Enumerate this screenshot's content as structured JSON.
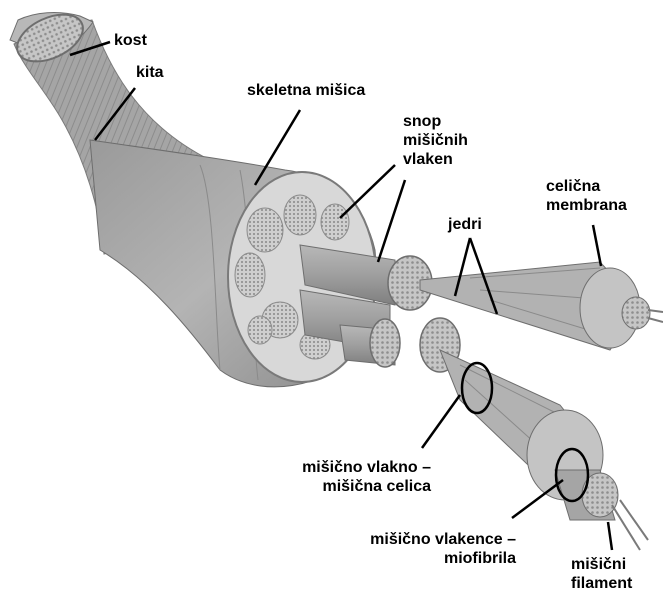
{
  "labels": {
    "kost": "kost",
    "kita": "kita",
    "skeletna_misica": "skeletna mišica",
    "snop": [
      "snop",
      "mišičnih",
      "vlaken"
    ],
    "jedri": "jedri",
    "celicna_membrana": [
      "celična",
      "membrana"
    ],
    "misicno_vlakno": [
      "mišično vlakno –",
      "mišična celica"
    ],
    "misicno_vlakence": [
      "mišično vlakence –",
      "miofibrila"
    ],
    "misicni_filament": [
      "mišični",
      "filament"
    ]
  },
  "colors": {
    "tissue": "#a9a9a9",
    "tissue_dark": "#7d7d7d",
    "tissue_light": "#c9c9c9",
    "cross_section": "#d4d4d4",
    "fascicle_face": "#bdbdbd",
    "leader": "#000000"
  }
}
